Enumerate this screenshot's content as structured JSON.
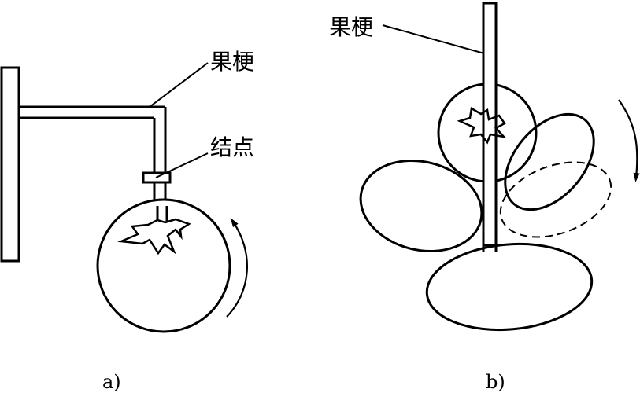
{
  "diagram_a": {
    "stem_label": "果梗",
    "node_label": "结点",
    "caption": "a)"
  },
  "diagram_b": {
    "stem_label": "果梗",
    "caption": "b)"
  },
  "colors": {
    "line": "#000000",
    "background": "#ffffff"
  }
}
